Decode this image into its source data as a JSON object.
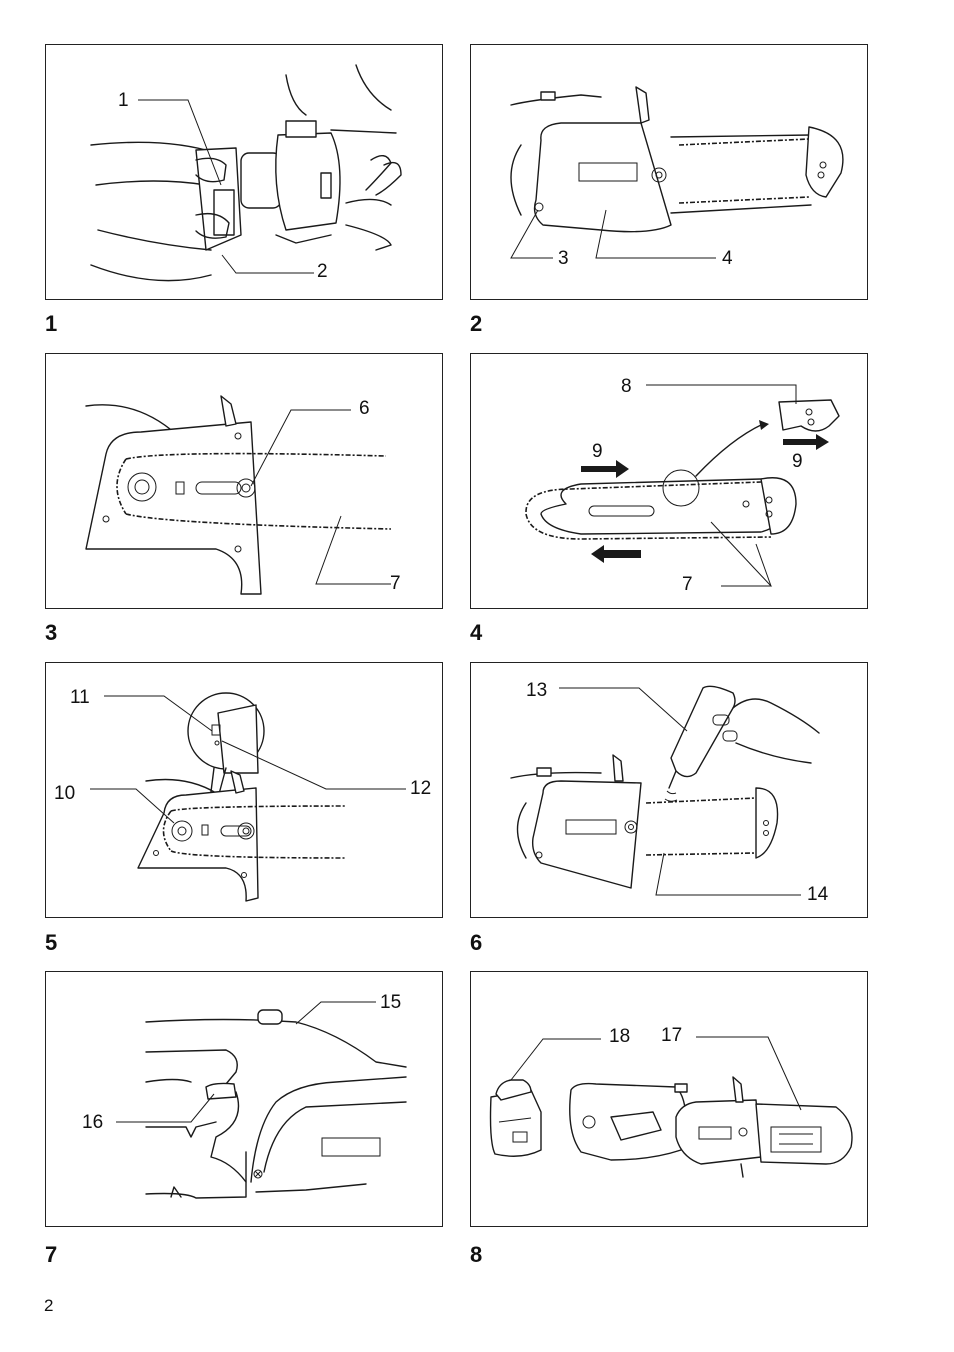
{
  "figures": [
    {
      "number": "1",
      "callouts": [
        "1",
        "2"
      ]
    },
    {
      "number": "2",
      "callouts": [
        "3",
        "4"
      ]
    },
    {
      "number": "3",
      "callouts": [
        "6",
        "7"
      ]
    },
    {
      "number": "4",
      "callouts": [
        "8",
        "9",
        "9",
        "7"
      ]
    },
    {
      "number": "5",
      "callouts": [
        "11",
        "10",
        "12"
      ]
    },
    {
      "number": "6",
      "callouts": [
        "13",
        "14"
      ]
    },
    {
      "number": "7",
      "callouts": [
        "15",
        "16"
      ]
    },
    {
      "number": "8",
      "callouts": [
        "18",
        "17"
      ]
    }
  ],
  "page_number": "2"
}
